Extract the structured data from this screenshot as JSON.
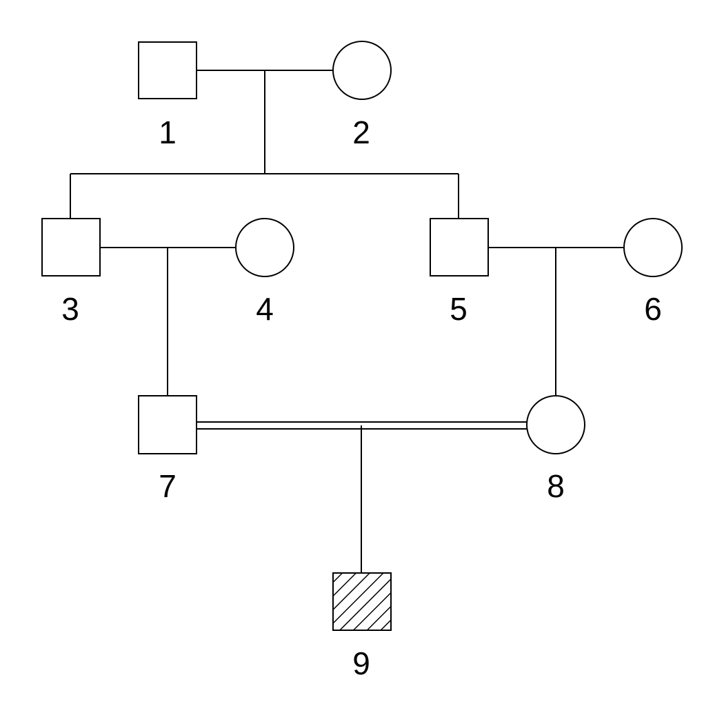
{
  "pedigree": {
    "individuals": [
      {
        "id": "1",
        "label": "1",
        "sex": "male",
        "generation": 1,
        "affected": false
      },
      {
        "id": "2",
        "label": "2",
        "sex": "female",
        "generation": 1,
        "affected": false
      },
      {
        "id": "3",
        "label": "3",
        "sex": "male",
        "generation": 2,
        "affected": false
      },
      {
        "id": "4",
        "label": "4",
        "sex": "female",
        "generation": 2,
        "affected": false
      },
      {
        "id": "5",
        "label": "5",
        "sex": "male",
        "generation": 2,
        "affected": false
      },
      {
        "id": "6",
        "label": "6",
        "sex": "female",
        "generation": 2,
        "affected": false
      },
      {
        "id": "7",
        "label": "7",
        "sex": "male",
        "generation": 3,
        "affected": false
      },
      {
        "id": "8",
        "label": "8",
        "sex": "female",
        "generation": 3,
        "affected": false
      },
      {
        "id": "9",
        "label": "9",
        "sex": "male",
        "generation": 4,
        "affected": true
      }
    ],
    "matings": [
      {
        "partners": [
          "1",
          "2"
        ],
        "consanguineous": false,
        "children": [
          "3",
          "5"
        ]
      },
      {
        "partners": [
          "3",
          "4"
        ],
        "consanguineous": false,
        "children": [
          "7"
        ]
      },
      {
        "partners": [
          "5",
          "6"
        ],
        "consanguineous": false,
        "children": [
          "8"
        ]
      },
      {
        "partners": [
          "7",
          "8"
        ],
        "consanguineous": true,
        "children": [
          "9"
        ]
      }
    ],
    "colors": {
      "line": "#000000",
      "fill": "#ffffff"
    }
  }
}
